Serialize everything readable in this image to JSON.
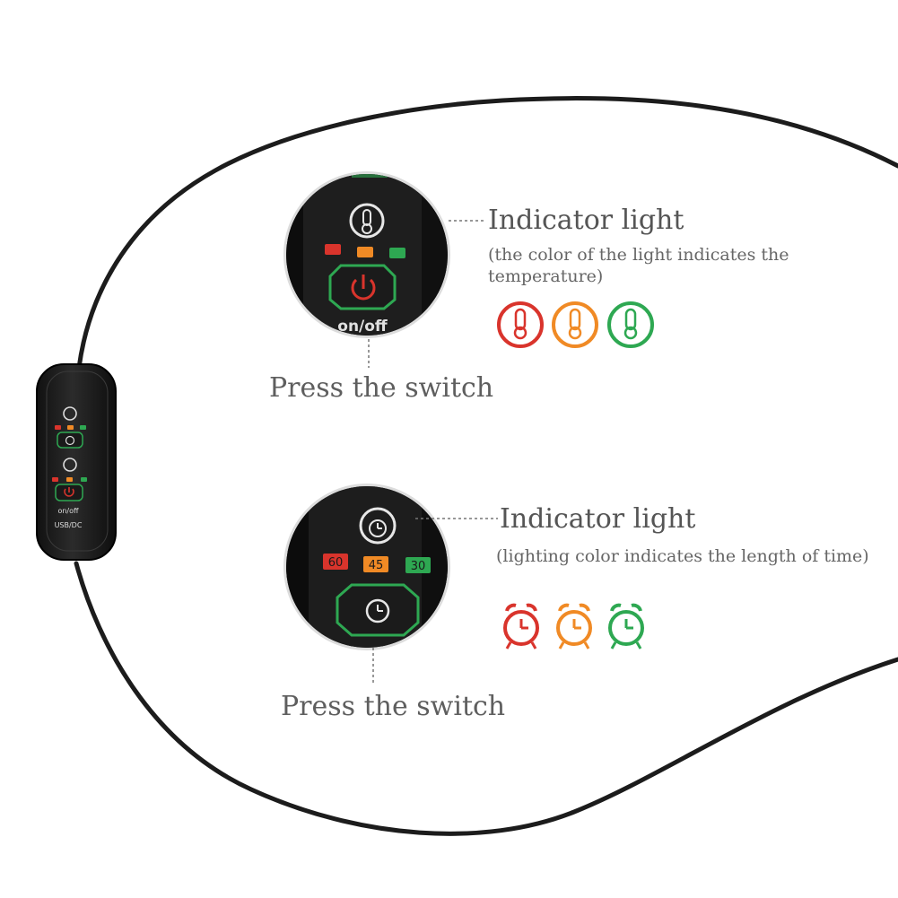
{
  "controller": {
    "on_off_label": "on/off",
    "port_label": "USB/DC"
  },
  "temperature_callout": {
    "title": "Indicator light",
    "note_line1": "(the color of the light indicates the",
    "note_line2": "temperature)",
    "press_label": "Press the switch",
    "on_off_label": "on/off",
    "icon": "thermometer-icon",
    "light_colors": [
      "#d9342c",
      "#f08a25",
      "#2ea852"
    ]
  },
  "timer_callout": {
    "title": "Indicator light",
    "note": "(lighting color indicates the length of time)",
    "press_label": "Press the switch",
    "icon": "alarm-clock-icon",
    "badges": [
      "60",
      "45",
      "30"
    ],
    "badge_colors": [
      "#d9342c",
      "#f08a25",
      "#2ea852"
    ]
  },
  "colors": {
    "red": "#d9342c",
    "orange": "#f08a25",
    "green": "#2ea852"
  }
}
